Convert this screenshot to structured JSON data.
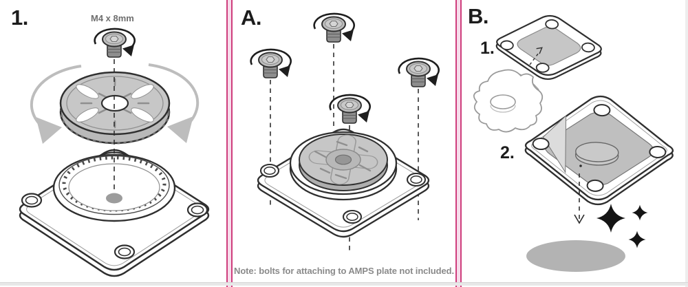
{
  "stage": {
    "width": "1000",
    "height": "417",
    "background": "#ffffff"
  },
  "colors": {
    "divider_pink": "#cf3d7c",
    "line_ink": "#2f2f2f",
    "part_gray": "#c7c7c7",
    "pad_gray": "#bfbfbf",
    "rotation_arrow_gray": "#bdbdbd",
    "surface_gray": "#b3b3b3",
    "annotation_gray": "#6e6e6e",
    "note_gray": "#8a8a8a"
  },
  "panel_step1": {
    "label": "1.",
    "bolt_annotation": "M4 x 8mm"
  },
  "panel_stepA": {
    "label": "A.",
    "note": "Note: bolts for attaching to AMPS plate not included."
  },
  "panel_stepB": {
    "label": "B.",
    "substep_1_label": "1.",
    "substep_2_label": "2."
  },
  "icons": {
    "bolt": "bolt-icon",
    "tighten_rotation": "rotation-arrow-icon",
    "knob_rotation": "knob-rotation-arrow-icon",
    "thumbwheel": "thumbwheel-icon",
    "amps_plate": "amps-plate-icon",
    "adhesive_pad": "adhesive-pad-icon",
    "liner": "adhesive-liner-icon",
    "sparkle": "sparkle-icon",
    "clean_surface": "clean-surface-icon",
    "guide_line": "alignment-dashed-line"
  }
}
